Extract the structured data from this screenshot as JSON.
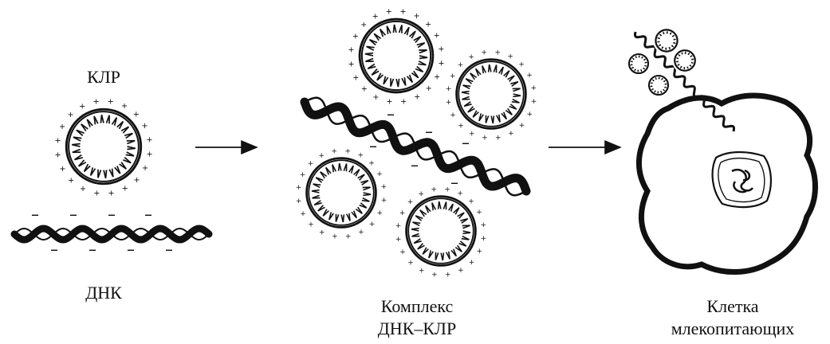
{
  "labels": {
    "liposome": "КЛР",
    "dna": "ДНК",
    "complex_line1": "Комплекс",
    "complex_line2": "ДНК–КЛР",
    "cell_line1": "Клетка",
    "cell_line2": "млекопитающих"
  },
  "symbols": {
    "plus": "+",
    "minus": "–"
  },
  "colors": {
    "ink": "#111111",
    "background": "#ffffff"
  }
}
